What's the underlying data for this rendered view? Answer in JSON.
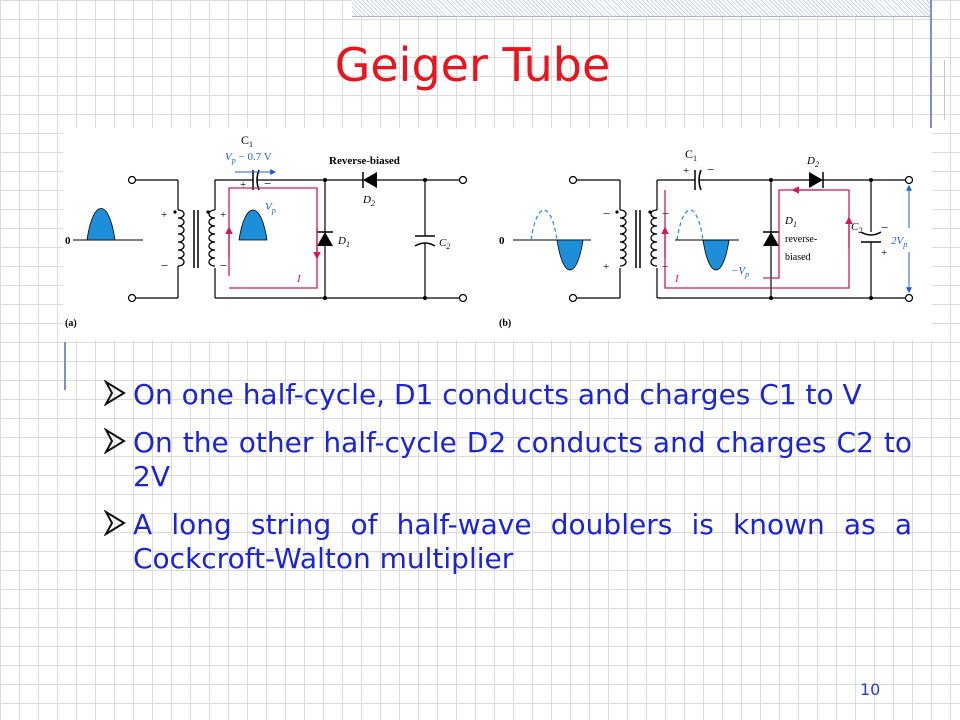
{
  "slide": {
    "title": "Geiger Tube",
    "page_number": "10"
  },
  "figure": {
    "panel_a": {
      "label": "(a)",
      "ground": "0",
      "cap1": "C",
      "cap1_sub": "1",
      "cap1_voltage_v": "V",
      "cap1_voltage_p": "p",
      "cap1_voltage_rest": " − 0.7 V",
      "reverse_label": "Reverse-biased",
      "d2": "D",
      "d2_sub": "2",
      "d1": "D",
      "d1_sub": "1",
      "c2": "C",
      "c2_sub": "2",
      "vp_v": "V",
      "vp_p": "p",
      "current": "I"
    },
    "panel_b": {
      "label": "(b)",
      "ground": "0",
      "cap1": "C",
      "cap1_sub": "1",
      "d2": "D",
      "d2_sub": "2",
      "d1": "D",
      "d1_sub": "1",
      "d1_note1": "reverse-",
      "d1_note2": "biased",
      "c2": "C",
      "c2_sub": "2",
      "vneg_v": "−V",
      "vneg_p": "p",
      "out_v": "2V",
      "out_p": "p",
      "current": "I"
    }
  },
  "bullets": [
    "On one half-cycle, D1 conducts and charges C1 to V",
    "On the other half-cycle D2 conducts and charges C2 to 2V",
    "A long string of half-wave doublers is known as a Cockcroft-Walton multiplier"
  ],
  "colors": {
    "title": "#e8141e",
    "body_text": "#1b24d8",
    "wave_fill": "#1e8ed8",
    "current_path": "#d01c5a",
    "voltage_label": "#1e5fd8"
  }
}
